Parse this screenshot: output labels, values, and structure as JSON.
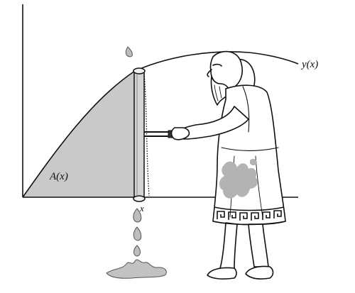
{
  "labels": {
    "area": "A(x)",
    "curve": "y(x)",
    "x": "x"
  },
  "colors": {
    "area_fill": "#c9c9c9",
    "ink": "#111111",
    "stain": "#b3b3b3"
  },
  "icons": [
    "scroll-icon",
    "water-drop-icon",
    "puddle-icon",
    "bearded-figure-illustration"
  ]
}
